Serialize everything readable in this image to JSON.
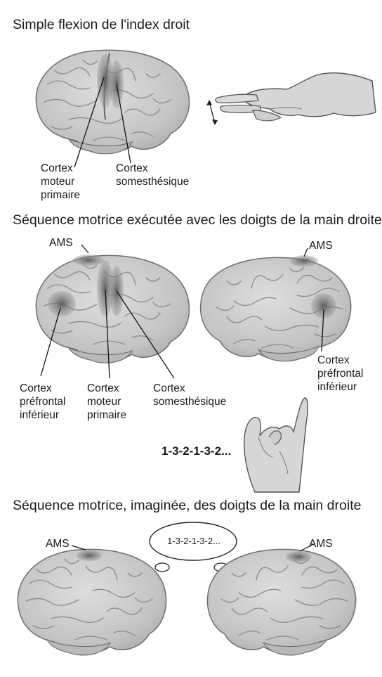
{
  "section1": {
    "title": "Simple flexion de l'index droit",
    "labels": {
      "motor": [
        "Cortex",
        "moteur",
        "primaire"
      ],
      "somato": [
        "Cortex",
        "somesthésique"
      ]
    }
  },
  "section2": {
    "title": "Séquence motrice exécutée avec les doigts de la main droite",
    "ams_left": "AMS",
    "ams_right": "AMS",
    "labels": {
      "prefrontal_left": [
        "Cortex",
        "préfrontal",
        "inférieur"
      ],
      "motor": [
        "Cortex",
        "moteur",
        "primaire"
      ],
      "somato": [
        "Cortex",
        "somesthésique"
      ],
      "prefrontal_right": [
        "Cortex",
        "préfrontal",
        "inférieur"
      ]
    },
    "sequence": "1-3-2-1-3-2..."
  },
  "section3": {
    "title": "Séquence motrice, imaginée, des doigts de la main droite",
    "ams_left": "AMS",
    "ams_right": "AMS",
    "thought": "1-3-2-1-3-2..."
  },
  "colors": {
    "brain_fill": "#c9c9c9",
    "brain_stroke": "#6e6e6e",
    "activation": "#7a7a7a",
    "hand_fill": "#d6d6d6"
  },
  "icons": [
    "brain-left-hemisphere",
    "brain-right-hemisphere",
    "pointing-hand",
    "finger-sequence-hand",
    "thought-bubble",
    "up-down-arrow"
  ]
}
